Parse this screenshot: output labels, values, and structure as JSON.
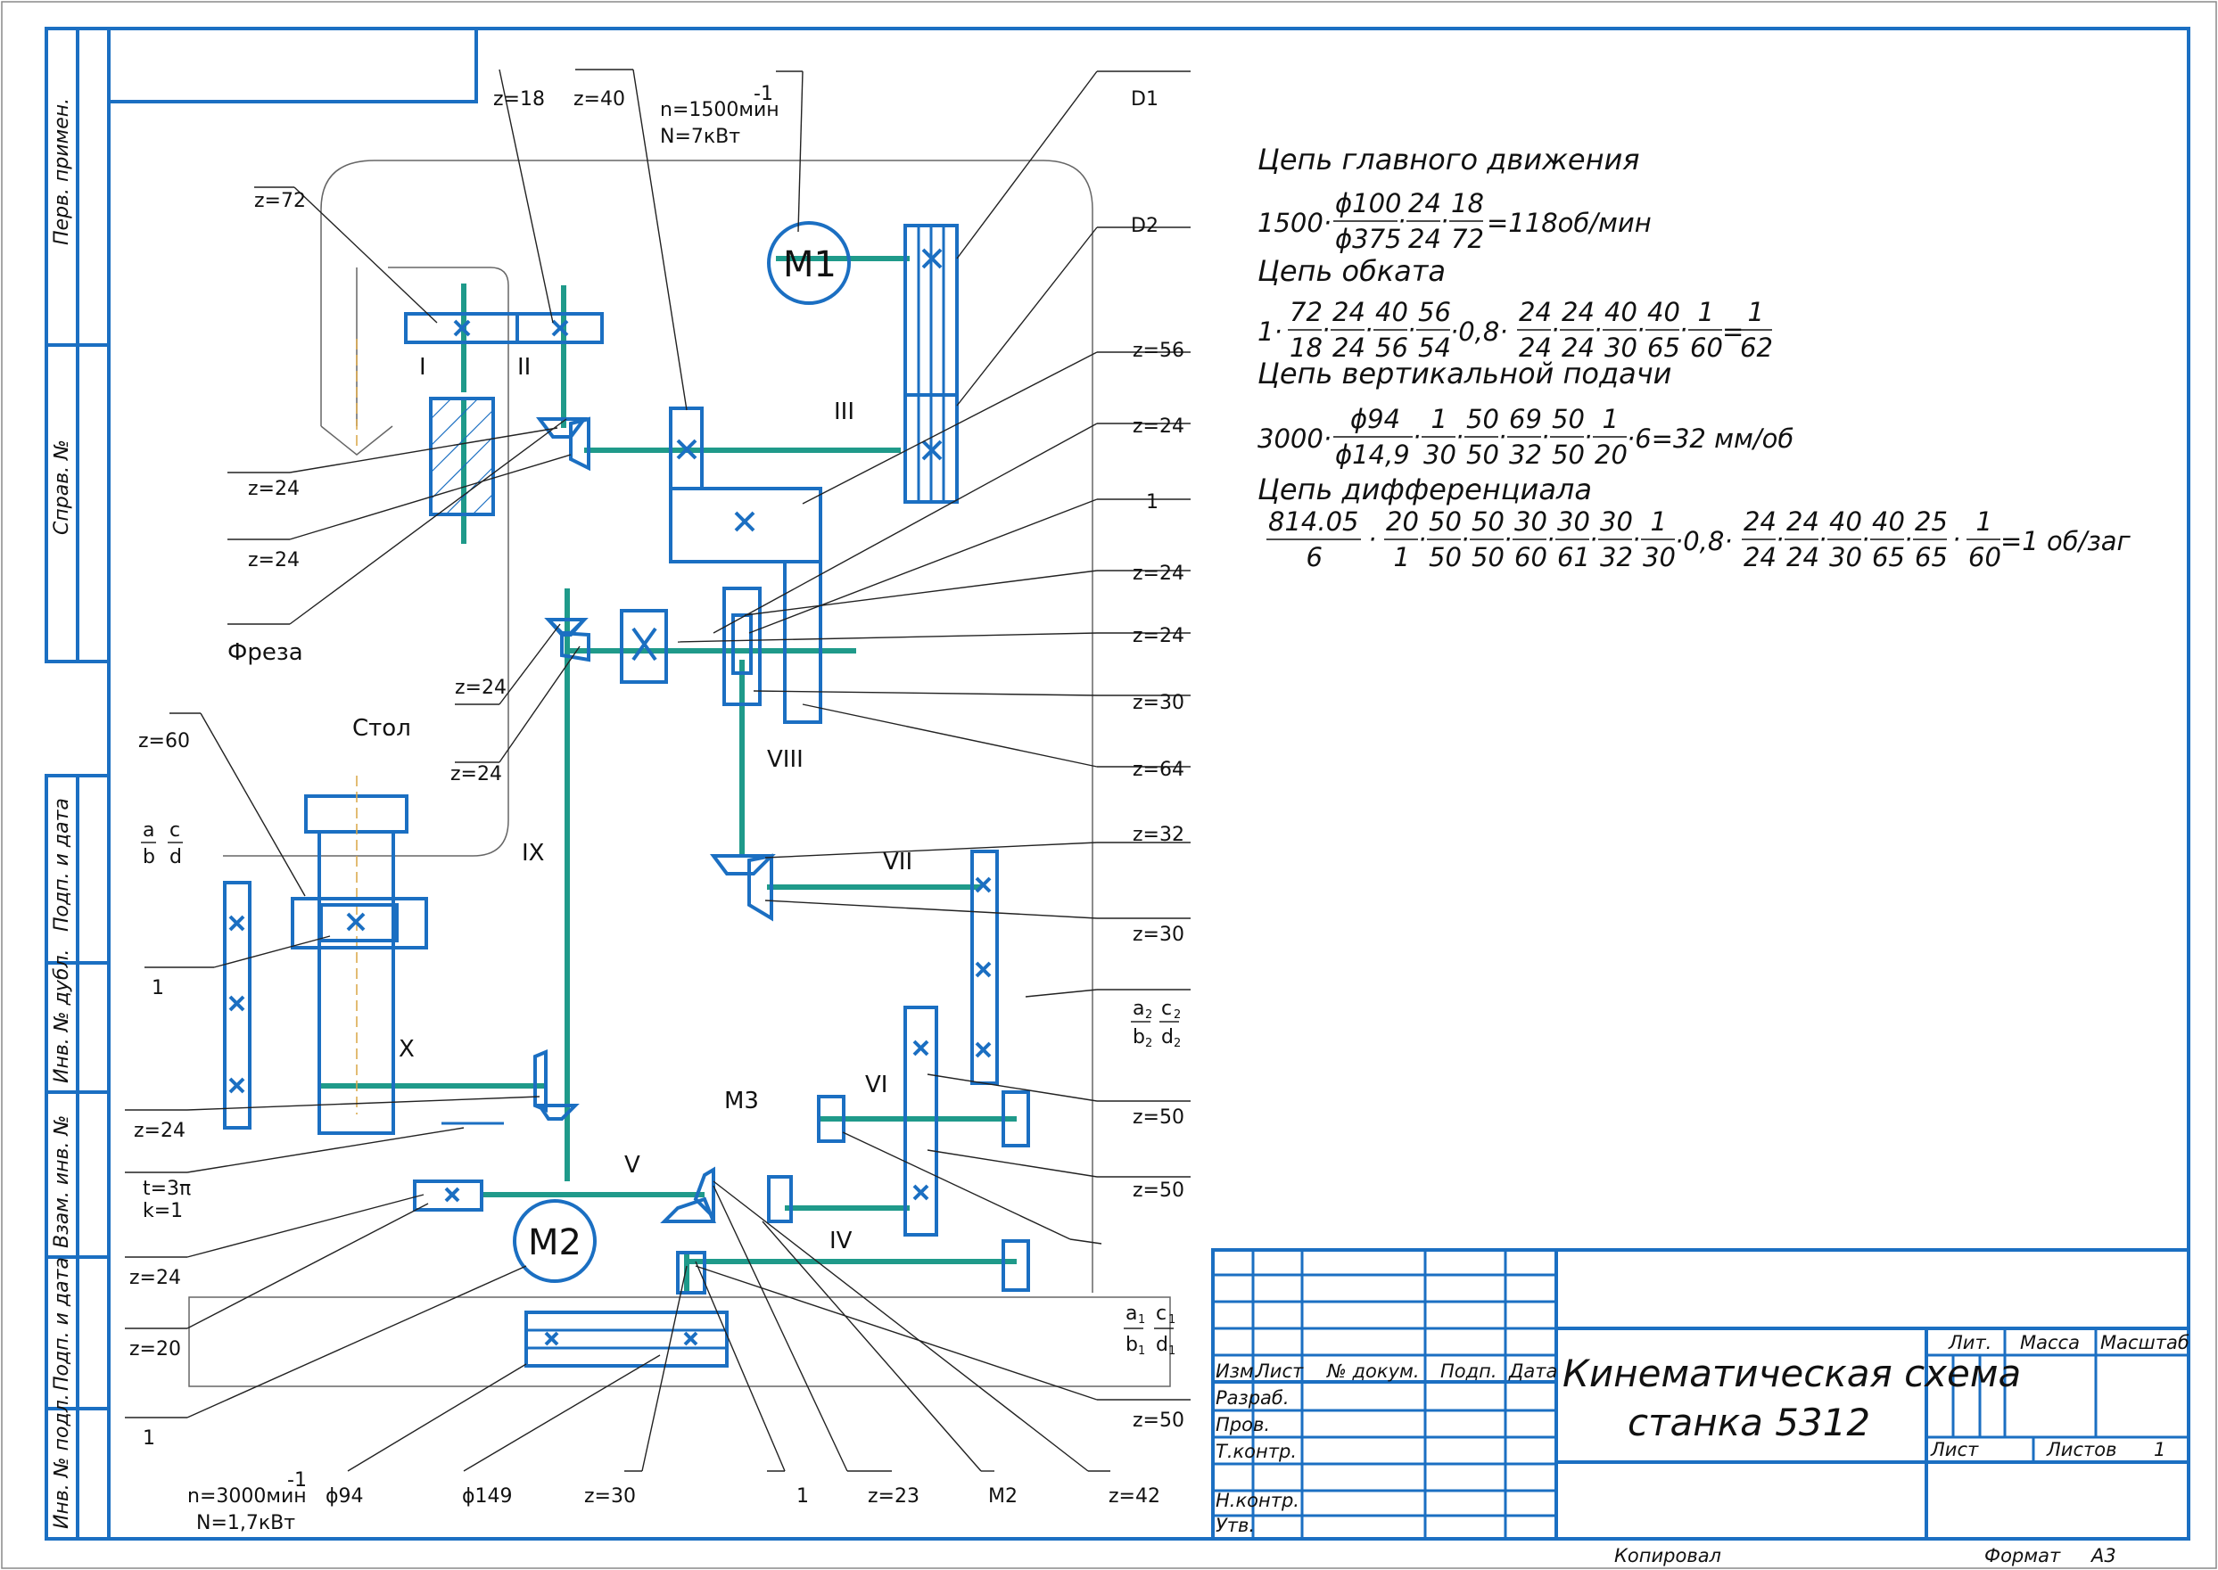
{
  "side_labels": [
    "Перв. примен.",
    "Справ. №",
    "Подп. и дата",
    "Инв. № дубл.",
    "Взам. инв. №",
    "Подп. и дата",
    "Инв. № подл."
  ],
  "motor1": {
    "label": "M1",
    "speed": "n=1500мин",
    "power": "N=7кВт",
    "exp": "-1"
  },
  "motor2": {
    "label": "M2",
    "speed": "n=3000мин",
    "power": "N=1,7кВт",
    "exp": "-1"
  },
  "motor3": {
    "label": "M3"
  },
  "shafts": [
    "I",
    "II",
    "III",
    "IV",
    "V",
    "VI",
    "VII",
    "VIII",
    "IX",
    "X"
  ],
  "words": {
    "freza": "Фреза",
    "stol": "Стол"
  },
  "left_labels": {
    "z72": "z=72",
    "z18": "z=18",
    "z40": "z=40",
    "z24a": "z=24",
    "z24b": "z=24",
    "z24c": "z=24",
    "z24d": "z=24",
    "z60": "z=60",
    "one_a": "1",
    "z24e": "z=24",
    "t": "t=3π",
    "k": "k=1",
    "z24f": "z=24",
    "z20": "z=20",
    "one_b": "1"
  },
  "right_labels": {
    "D1": "D1",
    "D2": "D2",
    "z56": "z=56",
    "z24a": "z=24",
    "one": "1",
    "z24b": "z=24",
    "z24c": "z=24",
    "z30": "z=30",
    "z64": "z=64",
    "z32": "z=32",
    "z30b": "z=30",
    "z50a": "z=50",
    "z50b": "z=50",
    "z50c": "z=50"
  },
  "ratio_a": {
    "a": "a",
    "b": "b",
    "c": "c",
    "d": "d"
  },
  "ratio2": {
    "a": "a",
    "b": "b",
    "c": "c",
    "d": "d",
    "sub": "2"
  },
  "ratio1": {
    "a": "a",
    "b": "b",
    "c": "c",
    "d": "d",
    "sub": "1"
  },
  "bottom_labels": {
    "phi94": "ϕ94",
    "phi149": "ϕ149",
    "z30": "z=30",
    "one": "1",
    "z23": "z=23",
    "m2": "M2",
    "z42": "z=42"
  },
  "formulas": {
    "h1": "Цепь главного движения",
    "f1": {
      "lead": "1500·",
      "fr": [
        [
          "ϕ100",
          "ϕ375"
        ],
        [
          "24",
          "24"
        ],
        [
          "18",
          "72"
        ]
      ],
      "tail": "=118об/мин"
    },
    "h2": "Цепь обката",
    "f2": {
      "lead": "1·",
      "fr": [
        [
          "72",
          "18"
        ],
        [
          "24",
          "24"
        ],
        [
          "40",
          "56"
        ],
        [
          "56",
          "54"
        ]
      ],
      "mid": "·0,8·",
      "fr2": [
        [
          "24",
          "24"
        ],
        [
          "24",
          "24"
        ],
        [
          "40",
          "30"
        ],
        [
          "40",
          "65"
        ],
        [
          "1",
          "60"
        ]
      ],
      "eq": "=",
      "res": [
        "1",
        "62"
      ]
    },
    "h3": "Цепь вертикальной подачи",
    "f3": {
      "lead": "3000·",
      "fr": [
        [
          "ϕ94",
          "ϕ14,9"
        ],
        [
          "1",
          "30"
        ],
        [
          "50",
          "50"
        ],
        [
          "69",
          "32"
        ],
        [
          "50",
          "50"
        ],
        [
          "1",
          "20"
        ]
      ],
      "tail": "·6=32 мм/об"
    },
    "h4": "Цепь дифференциала",
    "f4": {
      "lead": [
        "814.05",
        "6"
      ],
      "fr": [
        [
          "20",
          "1"
        ],
        [
          "50",
          "50"
        ],
        [
          "50",
          "50"
        ],
        [
          "30",
          "60"
        ],
        [
          "30",
          "61"
        ],
        [
          "30",
          "32"
        ],
        [
          "1",
          "30"
        ]
      ],
      "mid": "·0,8·",
      "fr2": [
        [
          "24",
          "24"
        ],
        [
          "24",
          "24"
        ],
        [
          "40",
          "30"
        ],
        [
          "40",
          "65"
        ],
        [
          "25",
          "65"
        ]
      ],
      "last": [
        "1",
        "60"
      ],
      "tail": "=1 об/заг"
    }
  },
  "stamp": {
    "title1": "Кинематическая схема",
    "title2": "станка 5312",
    "izm": "Изм.",
    "list": "Лист",
    "doc": "№ докум.",
    "podp": "Подп.",
    "data": "Дата",
    "razrab": "Разраб.",
    "prov": "Пров.",
    "tkontr": "Т.контр.",
    "nkontr": "Н.контр.",
    "utv": "Утв.",
    "lit": "Лит.",
    "massa": "Масса",
    "masshtab": "Масштаб",
    "list2": "Лист",
    "listov": "Листов",
    "listov_n": "1",
    "kopiroval": "Копировал",
    "format": "Формат",
    "format_v": "A3"
  }
}
